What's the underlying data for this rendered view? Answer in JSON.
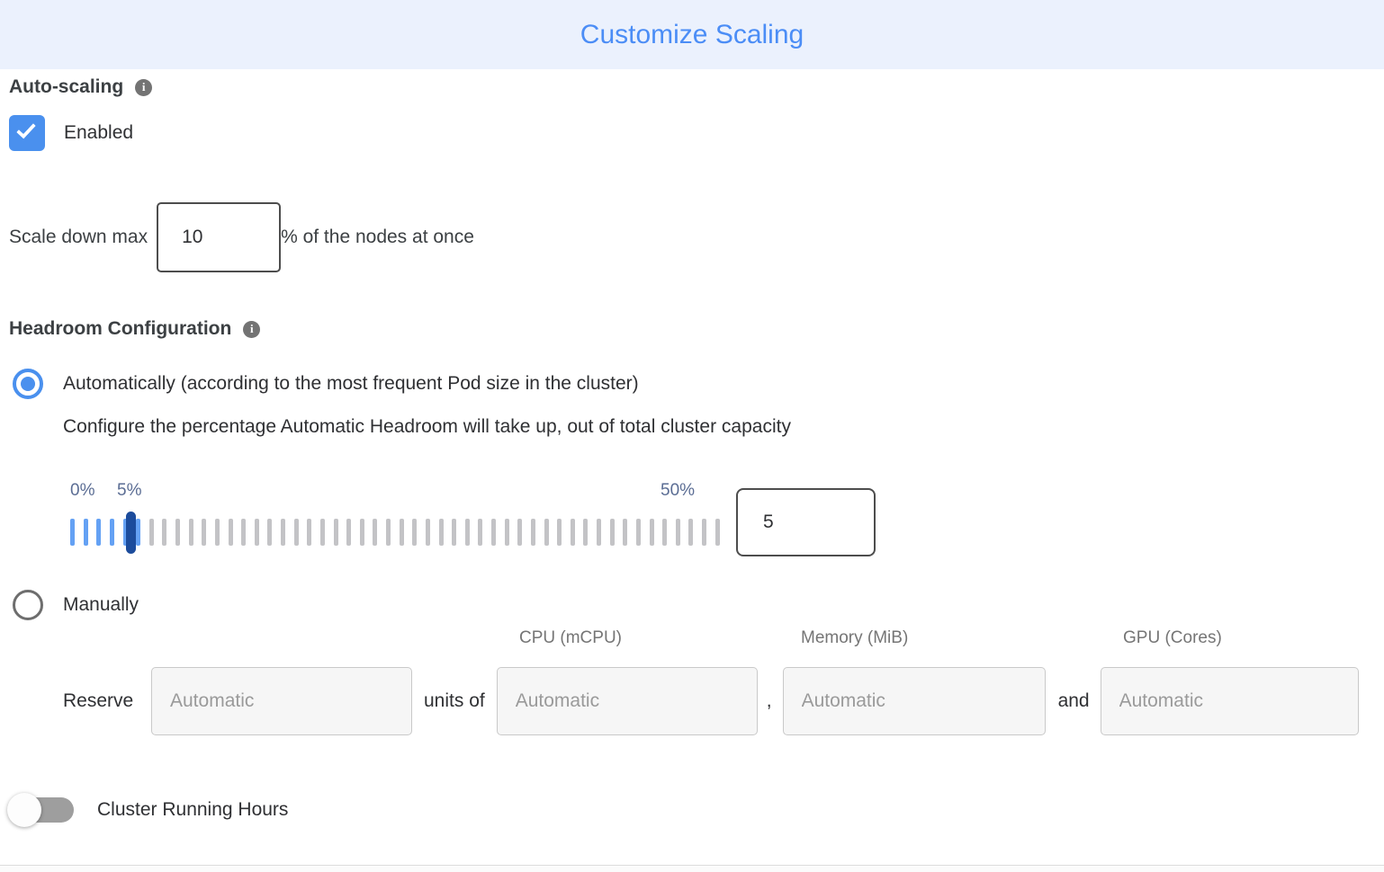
{
  "header": {
    "title": "Customize Scaling"
  },
  "autoscaling": {
    "section_label": "Auto-scaling",
    "enabled_label": "Enabled",
    "enabled": true
  },
  "scale_down": {
    "prefix": "Scale down max",
    "value": "10",
    "suffix": "% of the nodes at once"
  },
  "headroom": {
    "section_label": "Headroom Configuration",
    "automatic_option_label": "Automatically (according to the most frequent Pod size in the cluster)",
    "automatic_description": "Configure the percentage Automatic Headroom will take up, out of total cluster capacity",
    "selected_option": "automatic",
    "slider": {
      "min_label": "0%",
      "current_label": "5%",
      "max_label": "50%",
      "value": "5",
      "tick_count": 50,
      "blue_tick_count": 6
    },
    "manual_option_label": "Manually"
  },
  "manual_reserve": {
    "columns": [
      "CPU (mCPU)",
      "Memory (MiB)",
      "GPU (Cores)"
    ],
    "reserve_label": "Reserve",
    "units_of_label": "units of",
    "comma_label": ",",
    "and_label": "and",
    "placeholders": {
      "units": "Automatic",
      "cpu": "Automatic",
      "memory": "Automatic",
      "gpu": "Automatic"
    }
  },
  "cluster_running_hours": {
    "label": "Cluster Running Hours",
    "enabled": false
  },
  "colors": {
    "header_background": "#ebf1fd",
    "title_blue": "#4b8df6",
    "control_blue": "#4a90ee",
    "slider_tick_blue": "#64a1f4",
    "slider_tick_gray": "#c3c3c6",
    "slider_handle_navy": "#1c4c9c",
    "slider_label_slate": "#5b6d94",
    "toggle_track_gray": "#9e9e9e"
  }
}
